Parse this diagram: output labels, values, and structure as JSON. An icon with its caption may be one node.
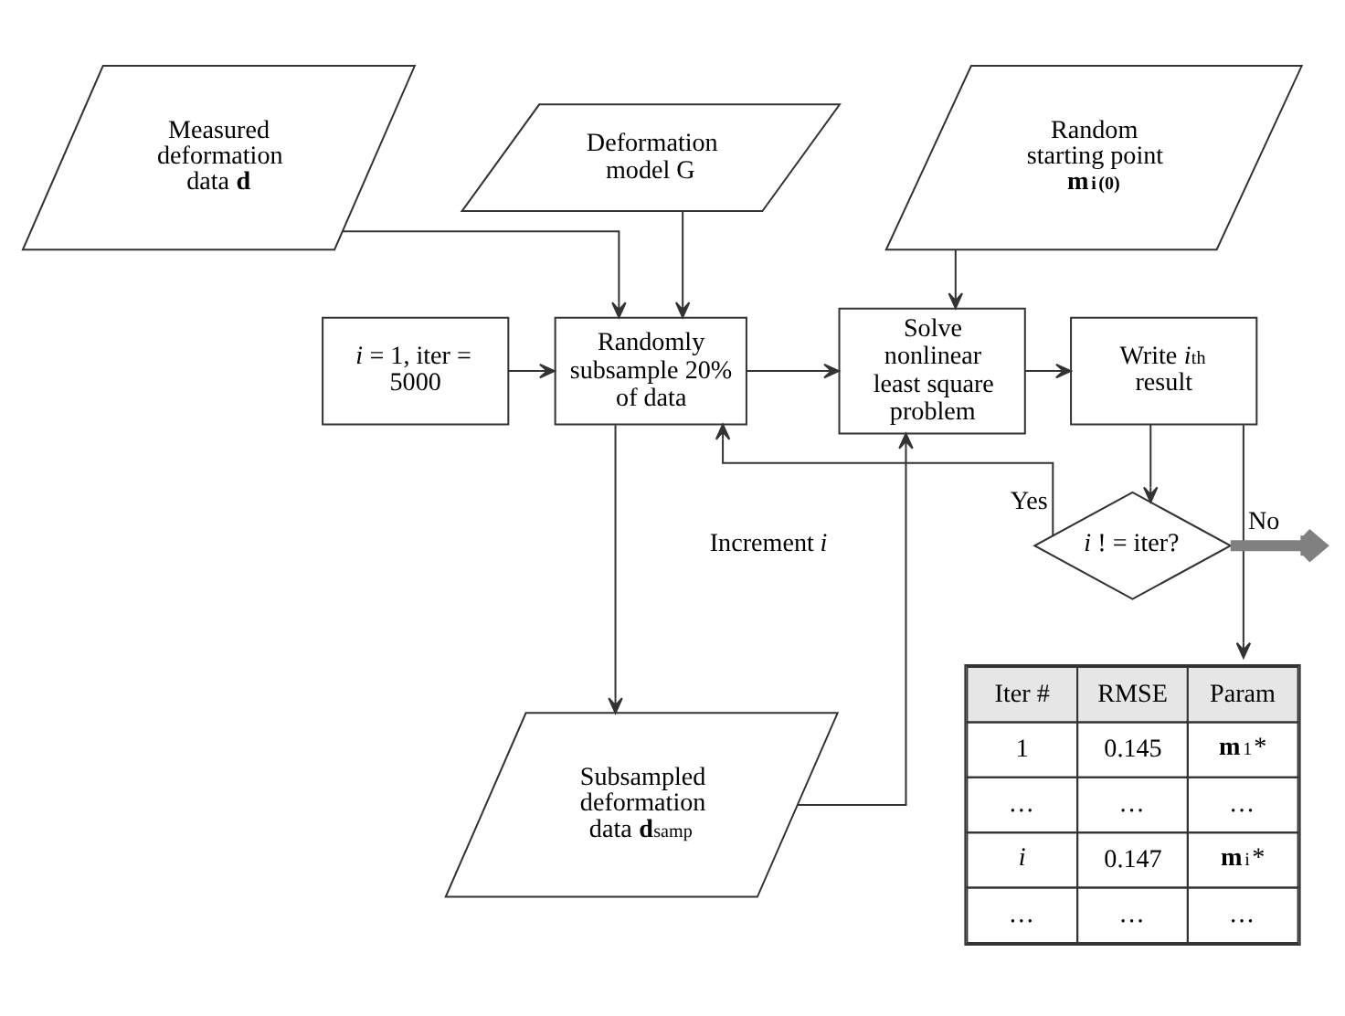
{
  "diagram": {
    "nodes": [
      {
        "text": [
          "Measured deformation data **d**"
        ]
      },
      {
        "text": [
          "Deformation model G"
        ]
      },
      {
        "text": [
          "Random starting point **m$_{i}$$^{(0)}$**"
        ]
      },
      {
        "text": [
          "*i* = 1, iter = 5000"
        ]
      },
      {
        "text": [
          "Randomly subsample 20% of data"
        ]
      },
      {
        "text": [
          "Solve nonlinear least square problem"
        ]
      },
      {
        "text": [
          "Write *i*$^{th}$ result"
        ]
      },
      {
        "text": [
          "*i* ! = iter?"
        ]
      },
      {
        "text": [
          "Subsampled deformation data **d**$_{samp}$"
        ]
      },
      {
        "text": [
          "Iter #",
          "RMSE",
          "Param",
          "1",
          "0.145",
          "**m**$_{1}$*",
          "…",
          "…",
          "…",
          "*i*",
          "0.147",
          "**m**$_{i}$*",
          "…",
          "…",
          "…"
        ]
      }
    ],
    "edges": [
      {
        "from": 0,
        "to": 4,
        "arrow": "to"
      },
      {
        "from": 1,
        "to": 4,
        "arrow": "to"
      },
      {
        "from": 2,
        "to": 5,
        "arrow": "to"
      },
      {
        "from": 3,
        "to": 4,
        "arrow": "to"
      },
      {
        "from": 4,
        "to": 5,
        "arrow": "to"
      },
      {
        "from": 5,
        "to": 6,
        "arrow": "to"
      },
      {
        "from": 6,
        "to": 7,
        "arrow": "to"
      },
      {
        "from": 7,
        "to": 4,
        "arrow": "to",
        "label": "Yes"
      },
      {
        "from": 4,
        "to": 8,
        "arrow": "to"
      },
      {
        "from": 8,
        "to": 5,
        "arrow": "to"
      },
      {
        "from": 6,
        "to": 9,
        "arrow": "to"
      },
      {
        "from": 7,
        "to": null,
        "arrow": "to",
        "label": "No",
        "style": "thick",
        "color": "#808080"
      }
    ],
    "labels": [
      "Increment *i*"
    ]
  }
}
